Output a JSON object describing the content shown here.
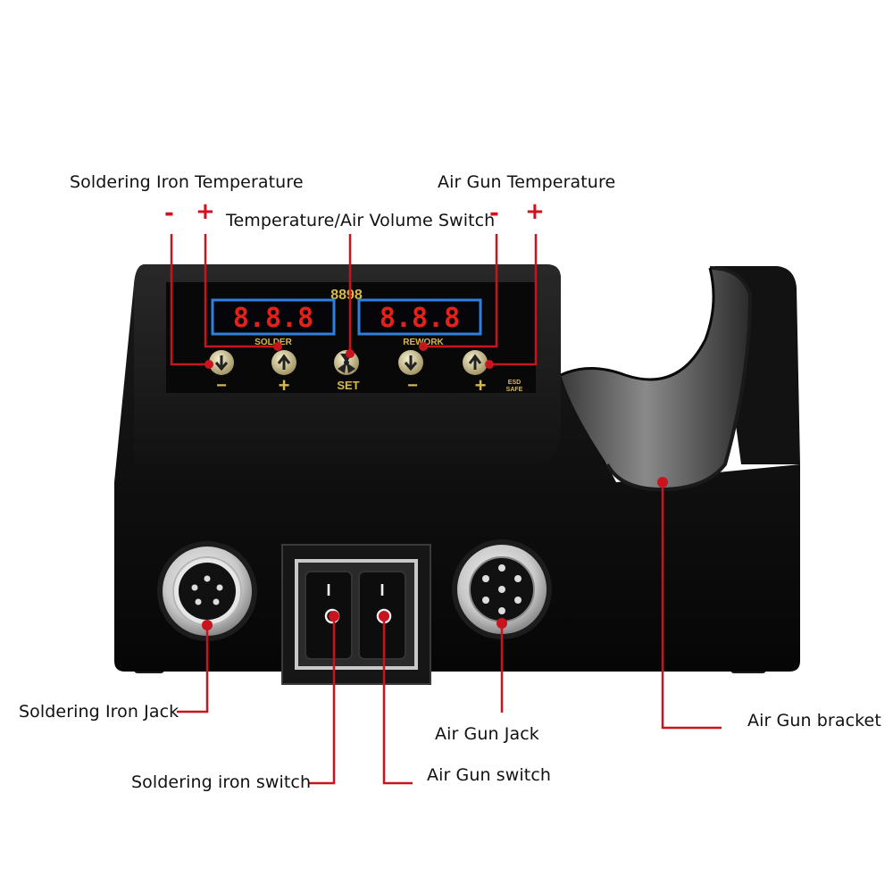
{
  "labels": {
    "soldering_iron_temperature": "Soldering Iron Temperature",
    "temperature_air_volume_switch": "Temperature/Air Volume Switch",
    "air_gun_temperature": "Air Gun Temperature",
    "soldering_iron_jack": "Soldering Iron Jack",
    "soldering_iron_switch": "Soldering iron switch",
    "air_gun_switch": "Air Gun switch",
    "air_gun_jack": "Air Gun Jack",
    "air_gun_bracket": "Air Gun bracket",
    "minus": "-",
    "plus": "+"
  },
  "panel": {
    "model": "8898",
    "solder_display": "8.8.8",
    "rework_display": "8.8.8",
    "solder_label": "SOLDER",
    "rework_label": "REWORK",
    "btn_minus": "−",
    "btn_plus": "+",
    "btn_set": "SET",
    "esd_line1": "ESD",
    "esd_line2": "SAFE"
  },
  "switch_mark": "I",
  "colors": {
    "callout": "#c8141e",
    "body": "#0c0c0c",
    "display_frame": "#2f7fe0",
    "display_digits": "#e8201a"
  }
}
